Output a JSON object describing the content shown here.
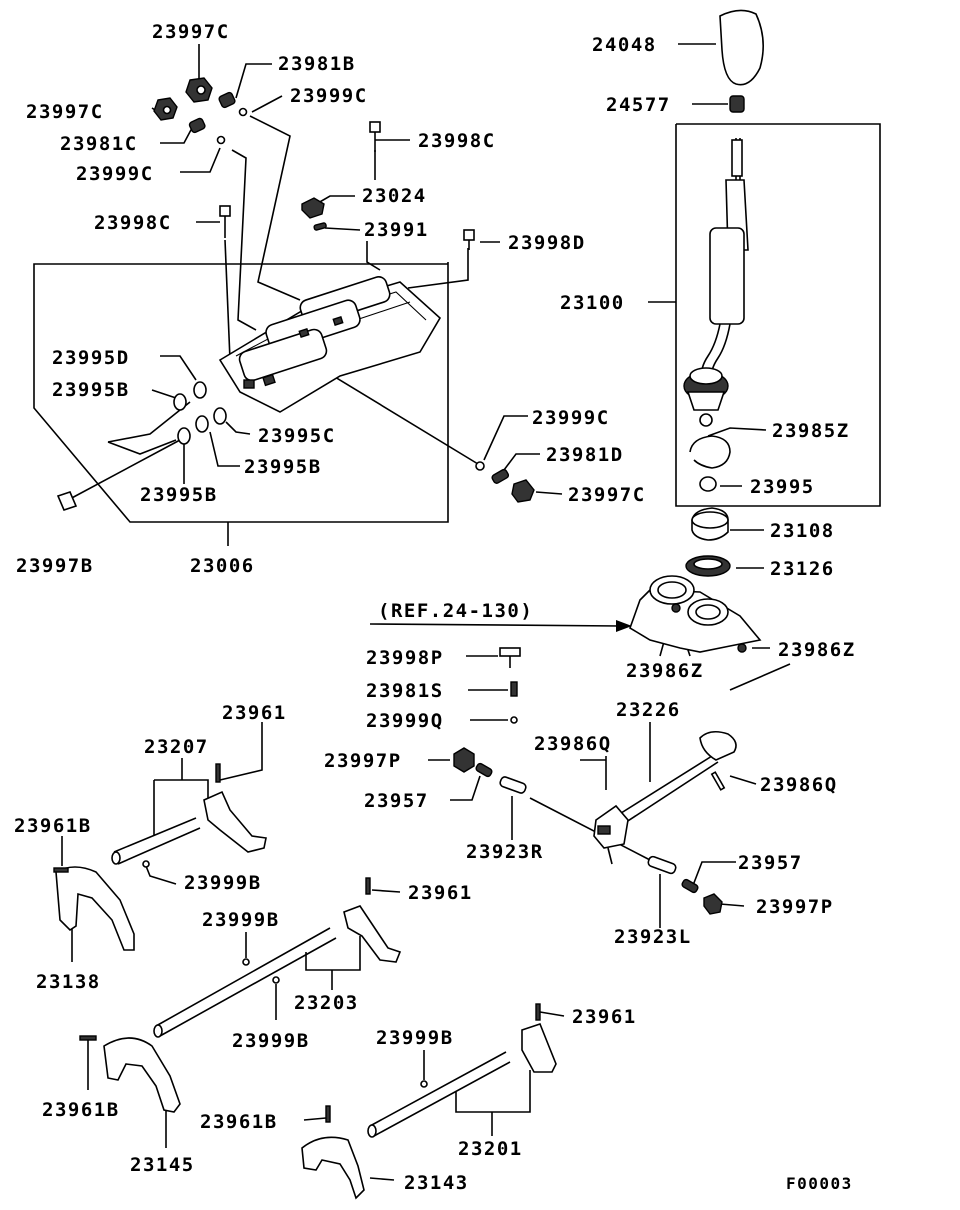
{
  "diagram": {
    "labels": {
      "p23997C_a": "23997C",
      "p23981B": "23981B",
      "p23999C_a": "23999C",
      "p23997C_b": "23997C",
      "p23981C": "23981C",
      "p23999C_b": "23999C",
      "p23998C_a": "23998C",
      "p23024": "23024",
      "p23998C_b": "23998C",
      "p23991": "23991",
      "p23998D": "23998D",
      "p24048": "24048",
      "p24577": "24577",
      "p23100": "23100",
      "p23995D": "23995D",
      "p23995B_a": "23995B",
      "p23995C": "23995C",
      "p23995B_b": "23995B",
      "p23995B_c": "23995B",
      "p23999C_c": "23999C",
      "p23981D": "23981D",
      "p23997C_c": "23997C",
      "p23985Z": "23985Z",
      "p23995": "23995",
      "p23108": "23108",
      "p23126": "23126",
      "p23997B": "23997B",
      "p23006": "23006",
      "ref": "(REF.24-130)",
      "p23998P": "23998P",
      "p23981S": "23981S",
      "p23999Q": "23999Q",
      "p23986Z_a": "23986Z",
      "p23986Z_b": "23986Z",
      "p23961_a": "23961",
      "p23207": "23207",
      "p23226": "23226",
      "p23986Q_a": "23986Q",
      "p23997P_a": "23997P",
      "p23957_a": "23957",
      "p23986Q_b": "23986Q",
      "p23961B_a": "23961B",
      "p23923R": "23923R",
      "p23999B_a": "23999B",
      "p23957_b": "23957",
      "p23961_b": "23961",
      "p23999B_b": "23999B",
      "p23997P_b": "23997P",
      "p23138": "23138",
      "p23203": "23203",
      "p23923L": "23923L",
      "p23999B_c": "23999B",
      "p23961_c": "23961",
      "p23999B_d": "23999B",
      "p23961B_b": "23961B",
      "p23961B_c": "23961B",
      "p23201": "23201",
      "p23145": "23145",
      "p23143": "23143",
      "figure_code": "F00003"
    }
  }
}
